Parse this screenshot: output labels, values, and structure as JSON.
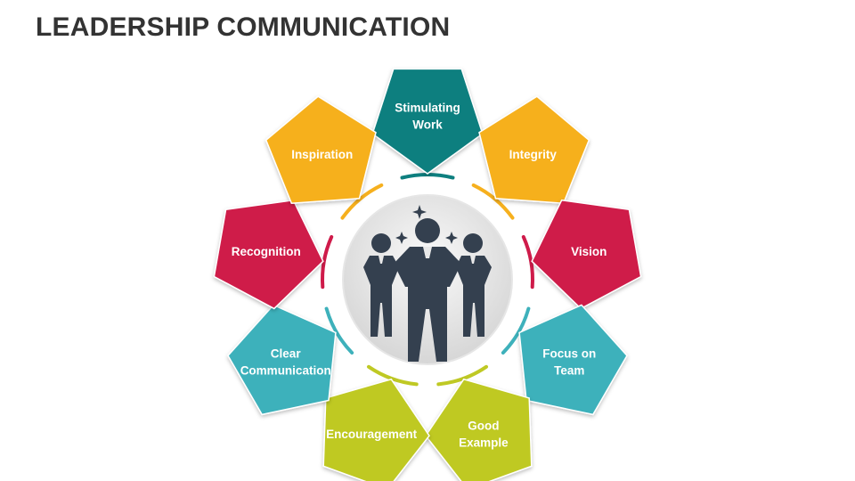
{
  "title": "LEADERSHIP COMMUNICATION",
  "center_icon": "business-team-icon",
  "segments": [
    {
      "lines": [
        "Stimulating",
        "Work"
      ],
      "color": "#0e7f7f",
      "name": "stimulating-work"
    },
    {
      "lines": [
        "Integrity"
      ],
      "color": "#f6b01e",
      "name": "integrity"
    },
    {
      "lines": [
        "Vision"
      ],
      "color": "#cf1b4a",
      "name": "vision"
    },
    {
      "lines": [
        "Focus on",
        "Team"
      ],
      "color": "#3eb1bb",
      "name": "focus-on-team"
    },
    {
      "lines": [
        "Good",
        "Example"
      ],
      "color": "#bfc924",
      "name": "good-example"
    },
    {
      "lines": [
        "Encouragement"
      ],
      "color": "#bfc924",
      "name": "encouragement"
    },
    {
      "lines": [
        "Clear",
        "Communication"
      ],
      "color": "#3eb1bb",
      "name": "clear-communication"
    },
    {
      "lines": [
        "Recognition"
      ],
      "color": "#cf1b4a",
      "name": "recognition"
    },
    {
      "lines": [
        "Inspiration"
      ],
      "color": "#f6b01e",
      "name": "inspiration"
    }
  ]
}
